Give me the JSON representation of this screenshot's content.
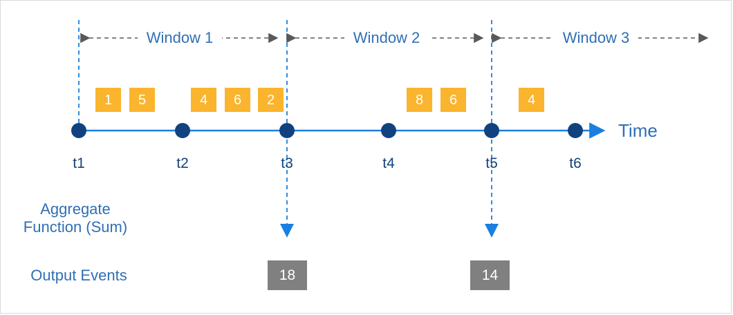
{
  "diagram": {
    "title_axis": "Time",
    "colors": {
      "event_box": "#fab42d",
      "output_box": "#808080",
      "timeline": "#1a7fe0",
      "dot": "#11427f",
      "window_label": "#2f6fb5",
      "tick_label": "#14417c",
      "window_arrow": "#595959",
      "border": "#d9d9d9"
    },
    "windows": [
      {
        "label": "Window 1"
      },
      {
        "label": "Window 2"
      },
      {
        "label": "Window 3"
      }
    ],
    "ticks": [
      {
        "label": "t1"
      },
      {
        "label": "t2"
      },
      {
        "label": "t3"
      },
      {
        "label": "t4"
      },
      {
        "label": "t5"
      },
      {
        "label": "t6"
      }
    ],
    "events": [
      {
        "value": "1"
      },
      {
        "value": "5"
      },
      {
        "value": "4"
      },
      {
        "value": "6"
      },
      {
        "value": "2"
      },
      {
        "value": "8"
      },
      {
        "value": "6"
      },
      {
        "value": "4"
      }
    ],
    "outputs": [
      {
        "value": "18"
      },
      {
        "value": "14"
      }
    ],
    "side_labels": {
      "aggregate": "Aggregate\nFunction (Sum)",
      "output_events": "Output Events"
    }
  },
  "chart_data": {
    "type": "diagram",
    "title": "Tumbling window aggregation over a timeline",
    "xlabel": "Time",
    "ticks": [
      "t1",
      "t2",
      "t3",
      "t4",
      "t5",
      "t6"
    ],
    "windows": [
      {
        "name": "Window 1",
        "start_tick": "t1",
        "end_tick": "t3",
        "event_values": [
          1,
          5,
          4,
          6,
          2
        ],
        "aggregate": "Sum",
        "output": 18
      },
      {
        "name": "Window 2",
        "start_tick": "t3",
        "end_tick": "t5",
        "event_values": [
          8,
          6
        ],
        "aggregate": "Sum",
        "output": 14
      },
      {
        "name": "Window 3",
        "start_tick": "t5",
        "end_tick": null,
        "event_values": [
          4
        ],
        "aggregate": "Sum",
        "output": null
      }
    ],
    "legend": [],
    "grid": false
  }
}
